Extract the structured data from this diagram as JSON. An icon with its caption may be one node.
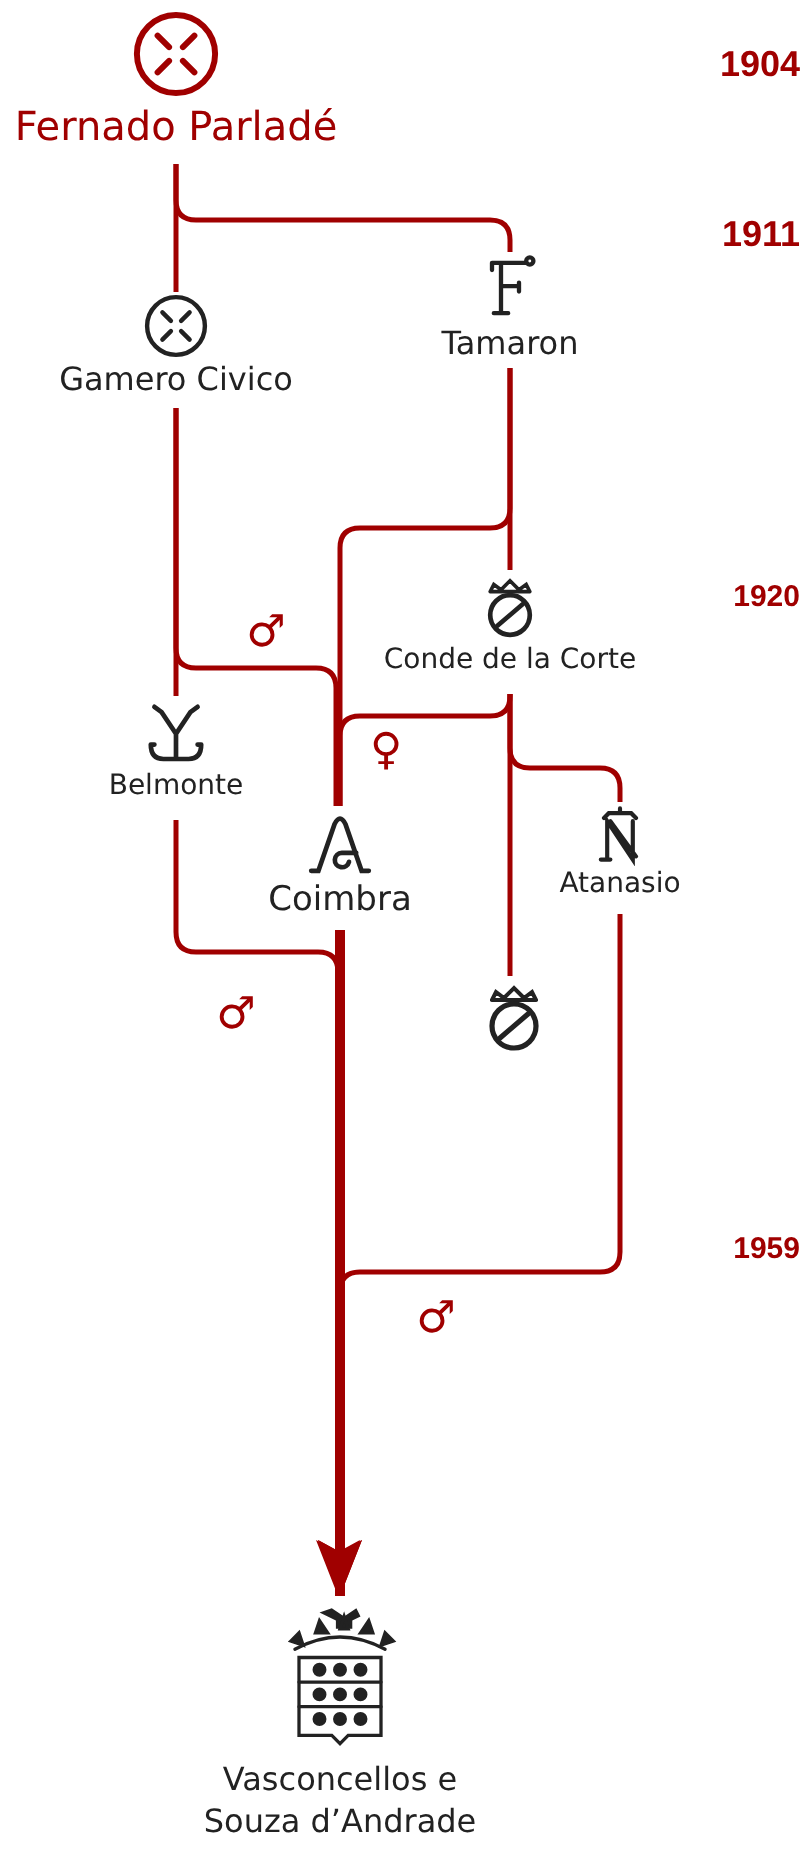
{
  "diagram": {
    "nodes": [
      {
        "text": [
          "Fernado Parladé"
        ]
      },
      {
        "text": [
          "Gamero Civico"
        ]
      },
      {
        "text": [
          "Tamaron"
        ]
      },
      {
        "text": [
          "Conde de la Corte"
        ]
      },
      {
        "text": [
          "Belmonte"
        ]
      },
      {
        "text": [
          "Coimbra"
        ]
      },
      {
        "text": [
          "Atanasio"
        ]
      },
      {
        "text": [],
        "shape": "picture"
      },
      {
        "text": [
          "Vasconcellos e Souza d’Andrade"
        ]
      }
    ],
    "edges": [
      {
        "from": 0,
        "to": 1,
        "arrow": "none"
      },
      {
        "from": 0,
        "to": 2,
        "arrow": "none"
      },
      {
        "from": 2,
        "to": 3,
        "arrow": "none"
      },
      {
        "from": 2,
        "to": 5,
        "arrow": "none"
      },
      {
        "from": 1,
        "to": 5,
        "arrow": "none",
        "label": "♂"
      },
      {
        "from": 1,
        "to": 4,
        "arrow": "none"
      },
      {
        "from": 3,
        "to": 5,
        "arrow": "none",
        "label": "♀"
      },
      {
        "from": 3,
        "to": 7,
        "arrow": "none"
      },
      {
        "from": 3,
        "to": 6,
        "arrow": "none"
      },
      {
        "from": 4,
        "to": 8,
        "arrow": "to",
        "label": "♂"
      },
      {
        "from": 6,
        "to": 8,
        "arrow": "to",
        "label": "♂"
      },
      {
        "from": 5,
        "to": 8,
        "arrow": "to",
        "style": "thick"
      }
    ],
    "labels": [
      "1904",
      "1911",
      "1920",
      "1959"
    ]
  }
}
